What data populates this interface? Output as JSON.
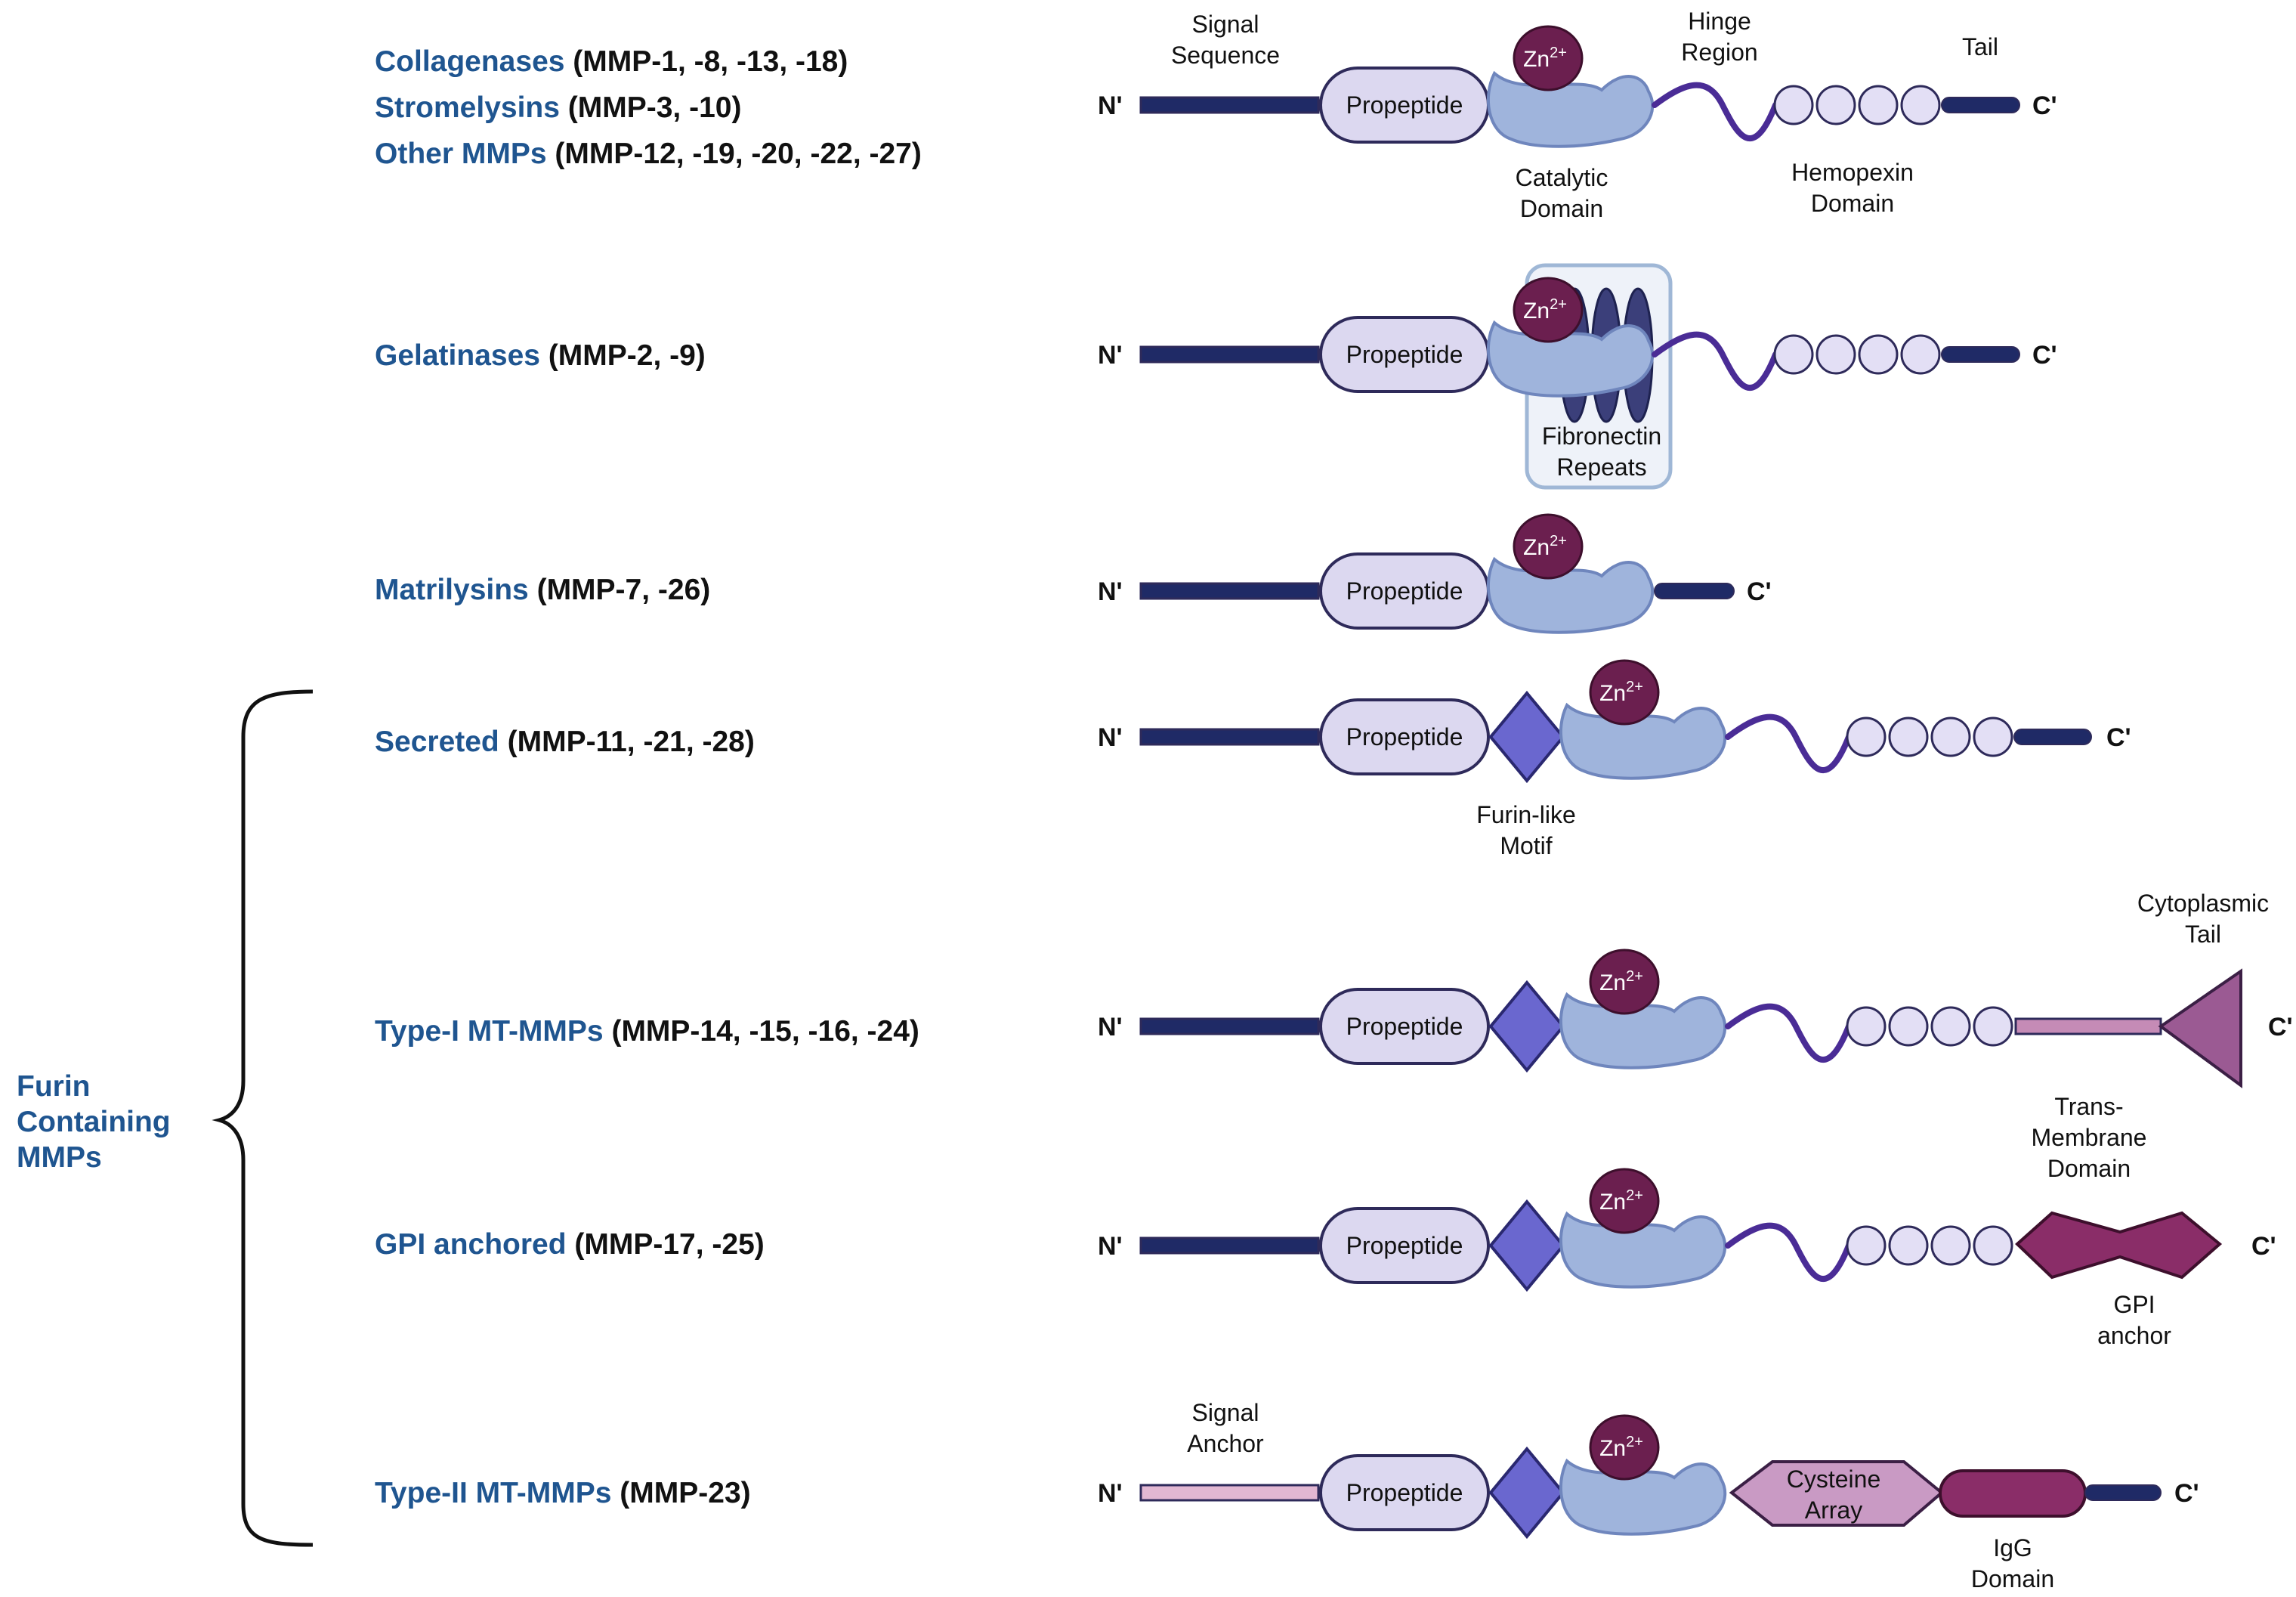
{
  "colors": {
    "family_name": "#1f5590",
    "dark_bar": "#1f2a66",
    "propeptide_fill": "#dcd8f0",
    "propeptide_stroke": "#2e2a5a",
    "catalytic_fill": "#9fb4dc",
    "catalytic_stroke": "#6f86bd",
    "zinc_fill": "#6b1f4f",
    "hinge": "#4a2c96",
    "hemopexin_fill": "#e3dff5",
    "hemopexin_stroke": "#2e2a5a",
    "furin_fill": "#6a67cf",
    "fibronectin_box": "#eef2f9",
    "fibronectin_box_stroke": "#9fb7d6",
    "fibronectin_fill": "#3b3f7a",
    "membrane_fill": "#c58bb6",
    "tail_fill": "#9b5a93",
    "gpi_fill": "#8a2d68",
    "cysteine_fill": "#c99ac4",
    "igg_fill": "#8a2d68",
    "signal_anchor_fill": "#e2b7d2",
    "brace": "#111111"
  },
  "rows": [
    {
      "lines": [
        {
          "name": "Collagenases",
          "members": "(MMP-1, -8, -13, -18)"
        },
        {
          "name": "Stromelysins",
          "members": "(MMP-3, -10)"
        },
        {
          "name": "Other MMPs",
          "members": "(MMP-12, -19, -20, -22, -27)"
        }
      ]
    },
    {
      "lines": [
        {
          "name": "Gelatinases",
          "members": "(MMP-2, -9)"
        }
      ]
    },
    {
      "lines": [
        {
          "name": "Matrilysins",
          "members": "(MMP-7, -26)"
        }
      ]
    },
    {
      "lines": [
        {
          "name": "Secreted",
          "members": "(MMP-11, -21, -28)"
        }
      ]
    },
    {
      "lines": [
        {
          "name": "Type-I MT-MMPs",
          "members": "(MMP-14, -15, -16, -24)"
        }
      ]
    },
    {
      "lines": [
        {
          "name": "GPI anchored",
          "members": "(MMP-17, -25)"
        }
      ]
    },
    {
      "lines": [
        {
          "name": "Type-II MT-MMPs",
          "members": "(MMP-23)"
        }
      ]
    }
  ],
  "group": {
    "line1": "Furin",
    "line2": "Containing",
    "line3": "MMPs"
  },
  "terminals": {
    "n": "N'",
    "c": "C'"
  },
  "domains": {
    "propeptide": "Propeptide",
    "zinc_base": "Zn",
    "zinc_sup": "2+"
  },
  "annotations": {
    "signal_sequence": [
      "Signal",
      "Sequence"
    ],
    "hinge_region": [
      "Hinge",
      "Region"
    ],
    "tail": [
      "Tail"
    ],
    "catalytic_domain": [
      "Catalytic",
      "Domain"
    ],
    "hemopexin_domain": [
      "Hemopexin",
      "Domain"
    ],
    "fibronectin_repeats": [
      "Fibronectin",
      "Repeats"
    ],
    "furin_like_motif": [
      "Furin-like",
      "Motif"
    ],
    "cytoplasmic_tail": [
      "Cytoplasmic",
      "Tail"
    ],
    "trans_membrane_domain": [
      "Trans-",
      "Membrane",
      "Domain"
    ],
    "gpi_anchor": [
      "GPI",
      "anchor"
    ],
    "signal_anchor": [
      "Signal",
      "Anchor"
    ],
    "cysteine_array": [
      "Cysteine",
      "Array"
    ],
    "igg_domain": [
      "IgG",
      "Domain"
    ]
  }
}
